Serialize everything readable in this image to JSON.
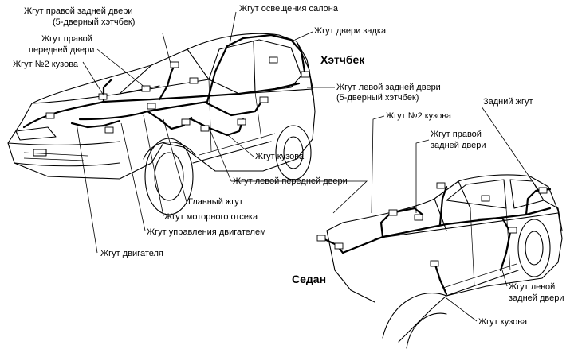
{
  "titles": {
    "hatchback": "Хэтчбек",
    "sedan": "Седан"
  },
  "labels": {
    "rear_right_door_l1": "Жгут правой задней двери",
    "rear_right_door_l2": "(5-дверный хэтчбек)",
    "front_right_door_l1": "Жгут правой",
    "front_right_door_l2": "передней двери",
    "body_no2": "Жгут №2 кузова",
    "interior_light": "Жгут освещения салона",
    "tailgate": "Жгут двери задка",
    "rear_left_door_l1": "Жгут левой задней двери",
    "rear_left_door_l2": "(5-дверный хэтчбек)",
    "body": "Жгут кузова",
    "front_left_door": "Жгут левой передней двери",
    "main": "Главный жгут",
    "engine_bay": "Жгут моторного отсека",
    "engine_control": "Жгут управления двигателем",
    "engine": "Жгут двигателя",
    "sedan_body_no2": "Жгут №2 кузова",
    "sedan_rear_right_l1": "Жгут правой",
    "sedan_rear_right_l2": "задней двери",
    "sedan_rear": "Задний жгут",
    "sedan_rear_left_l1": "Жгут левой",
    "sedan_rear_left_l2": "задней двери",
    "sedan_body": "Жгут кузова"
  }
}
